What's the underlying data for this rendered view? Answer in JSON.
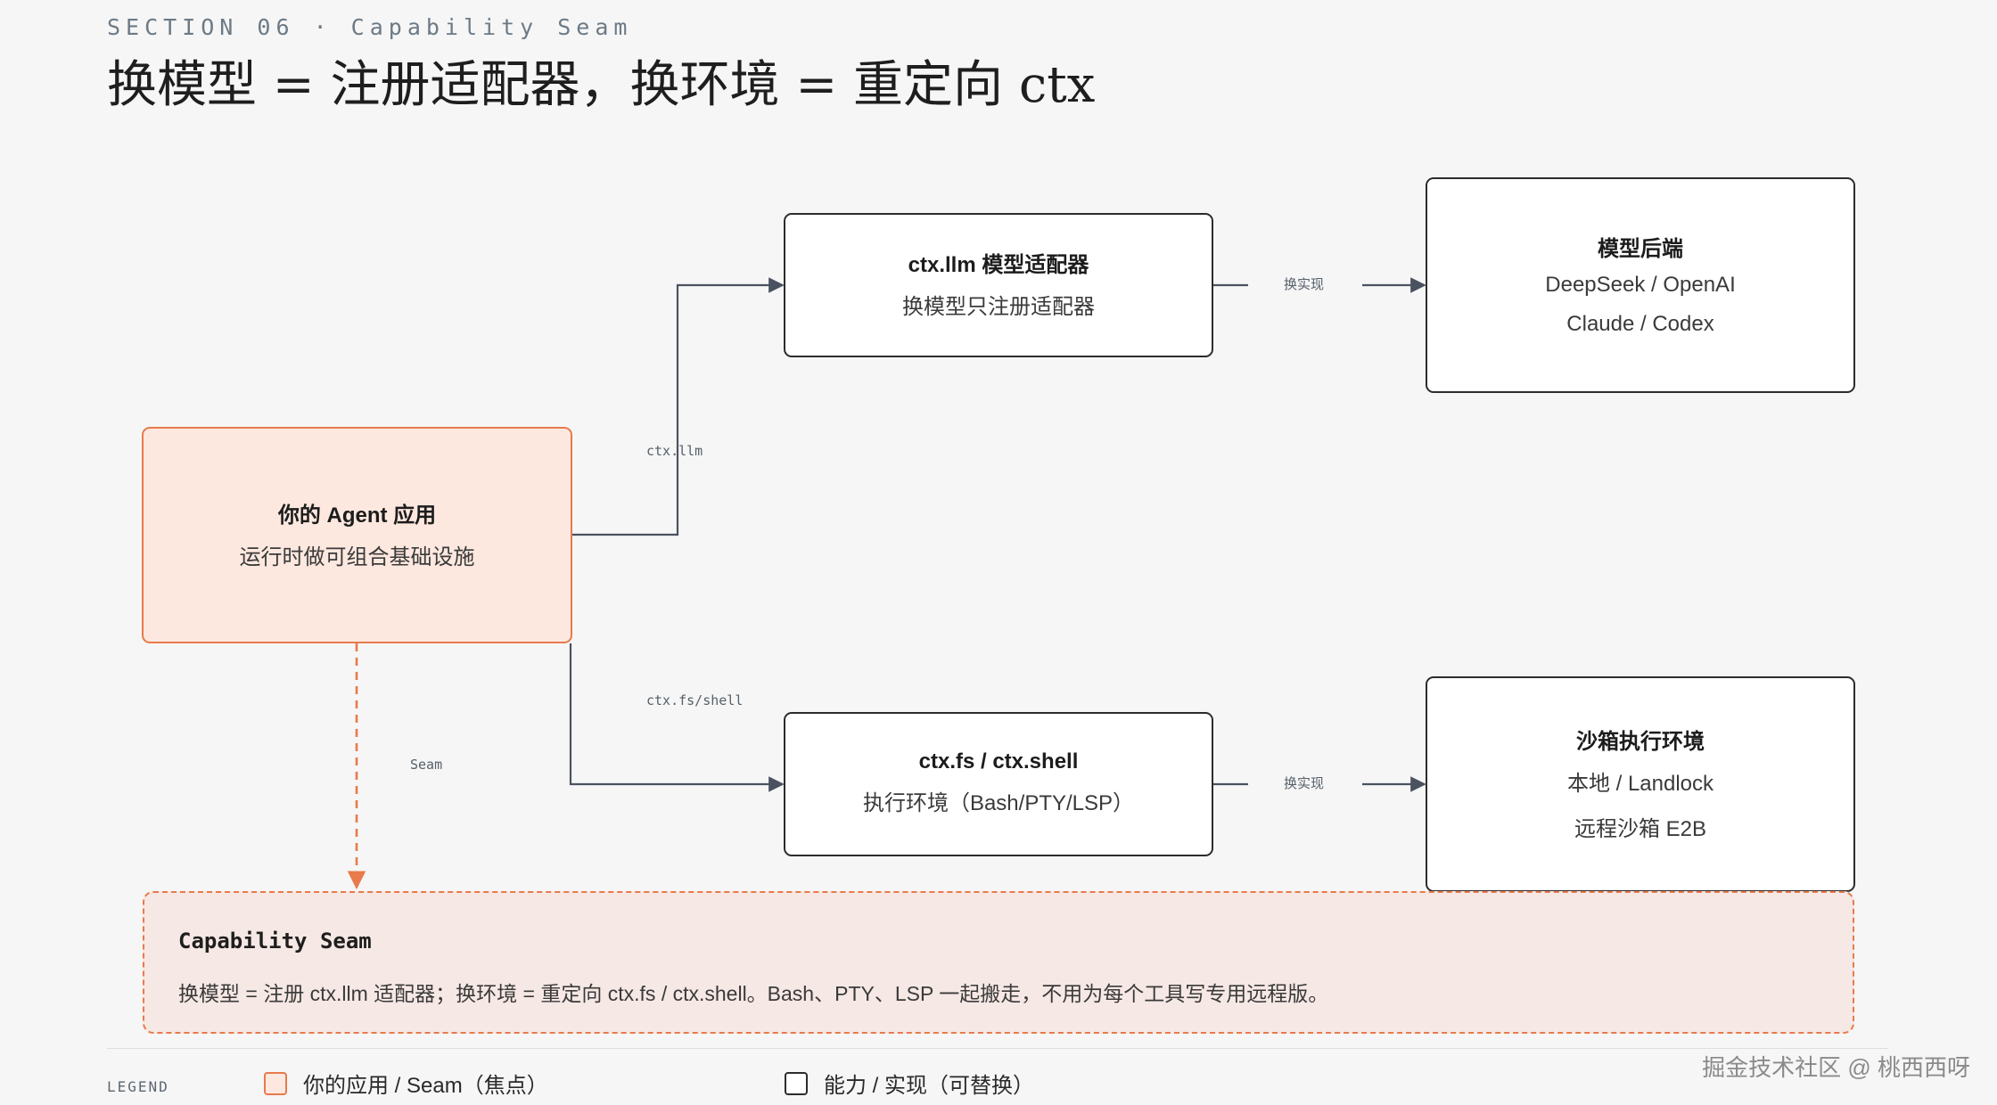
{
  "header": {
    "eyebrow": "SECTION 06 · Capability Seam",
    "title": "换模型 = 注册适配器，换环境 = 重定向 ctx"
  },
  "nodes": {
    "app": {
      "title": "你的 Agent 应用",
      "subtitle": "运行时做可组合基础设施"
    },
    "llm_adapter": {
      "title": "ctx.llm 模型适配器",
      "subtitle": "换模型只注册适配器"
    },
    "model_backend": {
      "title": "模型后端",
      "line1": "DeepSeek / OpenAI",
      "line2": "Claude / Codex"
    },
    "fs_shell": {
      "title": "ctx.fs / ctx.shell",
      "subtitle": "执行环境（Bash/PTY/LSP）"
    },
    "sandbox": {
      "title": "沙箱执行环境",
      "line1": "本地 / Landlock",
      "line2": "远程沙箱 E2B"
    }
  },
  "edges": {
    "app_to_llm": "ctx.llm",
    "app_to_fs": "ctx.fs/shell",
    "llm_to_backend": "换实现",
    "fs_to_sandbox": "换实现",
    "app_to_seam": "Seam"
  },
  "seam": {
    "title": "Capability Seam",
    "description": "换模型 = 注册 ctx.llm 适配器；换环境 = 重定向 ctx.fs / ctx.shell。Bash、PTY、LSP 一起搬走，不用为每个工具写专用远程版。"
  },
  "legend": {
    "title": "LEGEND",
    "items": [
      {
        "label": "你的应用 / Seam（焦点）"
      },
      {
        "label": "能力 / 实现（可替换）"
      }
    ]
  },
  "watermark": "掘金技术社区 @ 桃西西呀",
  "colors": {
    "accent": "#e87a4b",
    "accent_fill": "#fde8df",
    "edge": "#4a5260",
    "background": "#f6f6f6"
  }
}
